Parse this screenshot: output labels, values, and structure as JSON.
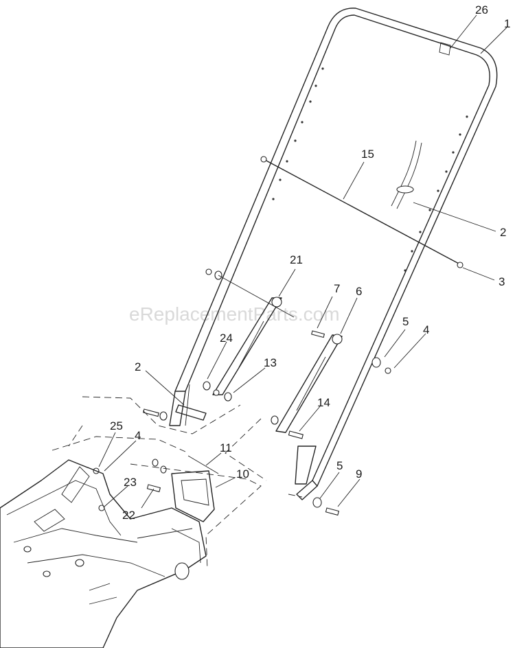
{
  "watermark": "eReplacementParts.com",
  "callouts": [
    {
      "id": "c26",
      "label": "26"
    },
    {
      "id": "c1",
      "label": "1"
    },
    {
      "id": "c15",
      "label": "15"
    },
    {
      "id": "c2a",
      "label": "2"
    },
    {
      "id": "c3",
      "label": "3"
    },
    {
      "id": "c21",
      "label": "21"
    },
    {
      "id": "c7",
      "label": "7"
    },
    {
      "id": "c6",
      "label": "6"
    },
    {
      "id": "c5a",
      "label": "5"
    },
    {
      "id": "c4a",
      "label": "4"
    },
    {
      "id": "c24",
      "label": "24"
    },
    {
      "id": "c2b",
      "label": "2"
    },
    {
      "id": "c13",
      "label": "13"
    },
    {
      "id": "c14",
      "label": "14"
    },
    {
      "id": "c25",
      "label": "25"
    },
    {
      "id": "c4b",
      "label": "4"
    },
    {
      "id": "c11",
      "label": "11"
    },
    {
      "id": "c10",
      "label": "10"
    },
    {
      "id": "c23",
      "label": "23"
    },
    {
      "id": "c22",
      "label": "22"
    },
    {
      "id": "c5b",
      "label": "5"
    },
    {
      "id": "c9",
      "label": "9"
    }
  ]
}
